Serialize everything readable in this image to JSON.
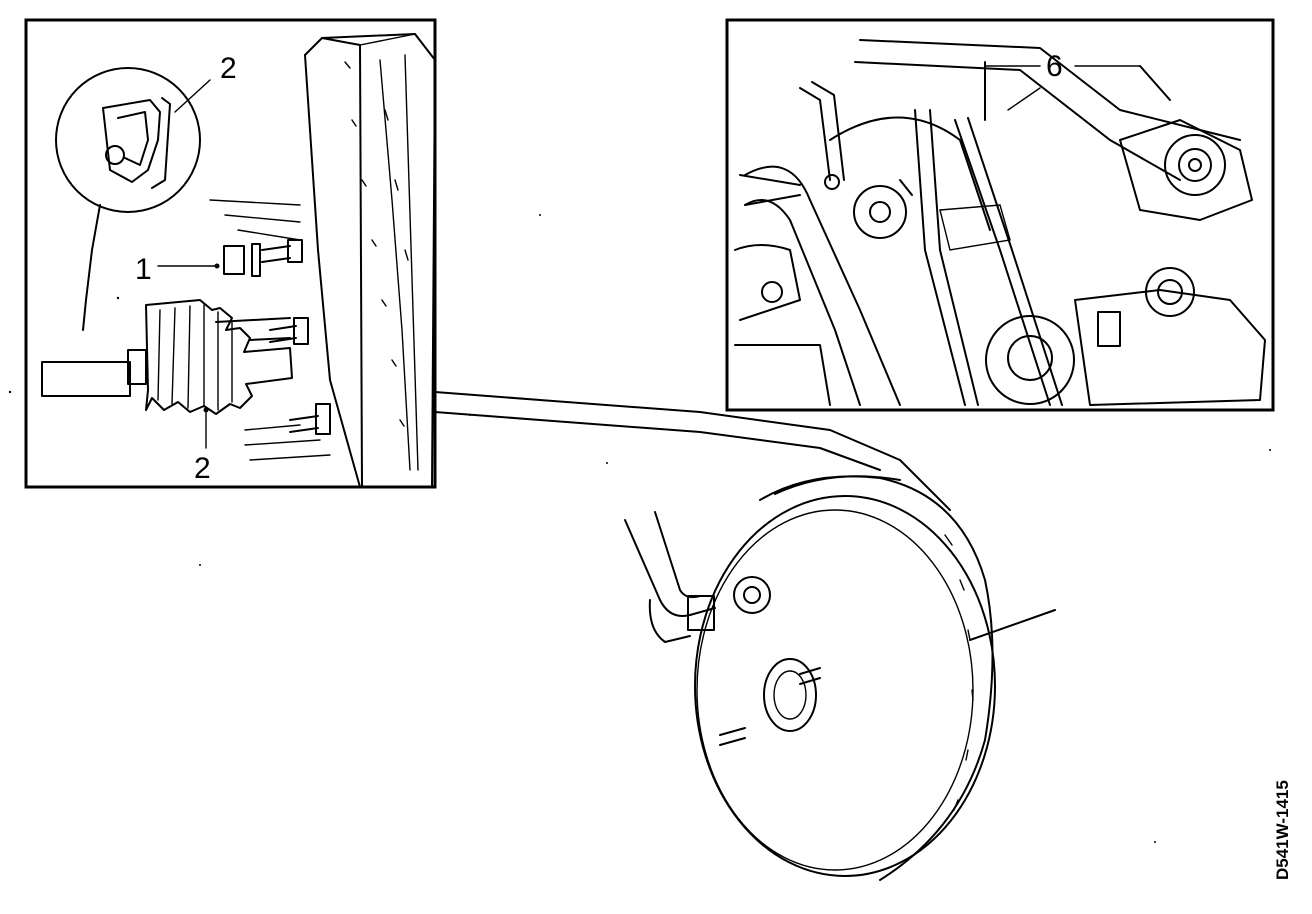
{
  "figure": {
    "callouts": {
      "detail_clip": "2",
      "part_1": "1",
      "boot_bottom": "2",
      "hose": "6"
    },
    "figure_code": "D541W-1415"
  }
}
